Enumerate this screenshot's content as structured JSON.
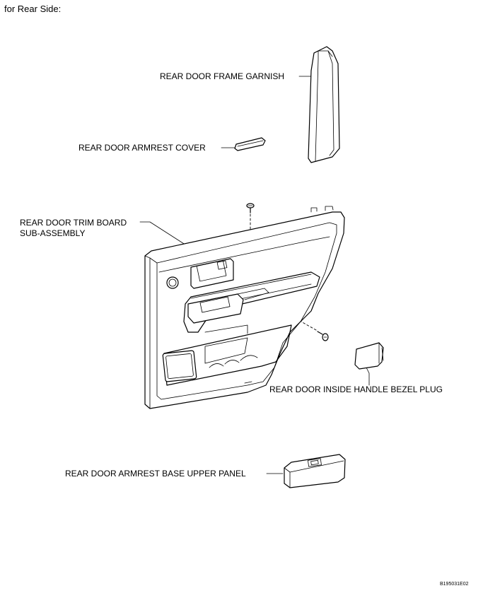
{
  "heading": "for Rear Side:",
  "labels": {
    "frame_garnish": "REAR DOOR FRAME GARNISH",
    "armrest_cover": "REAR DOOR ARMREST COVER",
    "trim_board_line1": "REAR DOOR TRIM BOARD",
    "trim_board_line2": "SUB-ASSEMBLY",
    "handle_bezel_plug": "REAR DOOR INSIDE HANDLE BEZEL PLUG",
    "armrest_base_upper_panel": "REAR DOOR ARMREST BASE UPPER PANEL"
  },
  "figure_code": "B195031E02"
}
